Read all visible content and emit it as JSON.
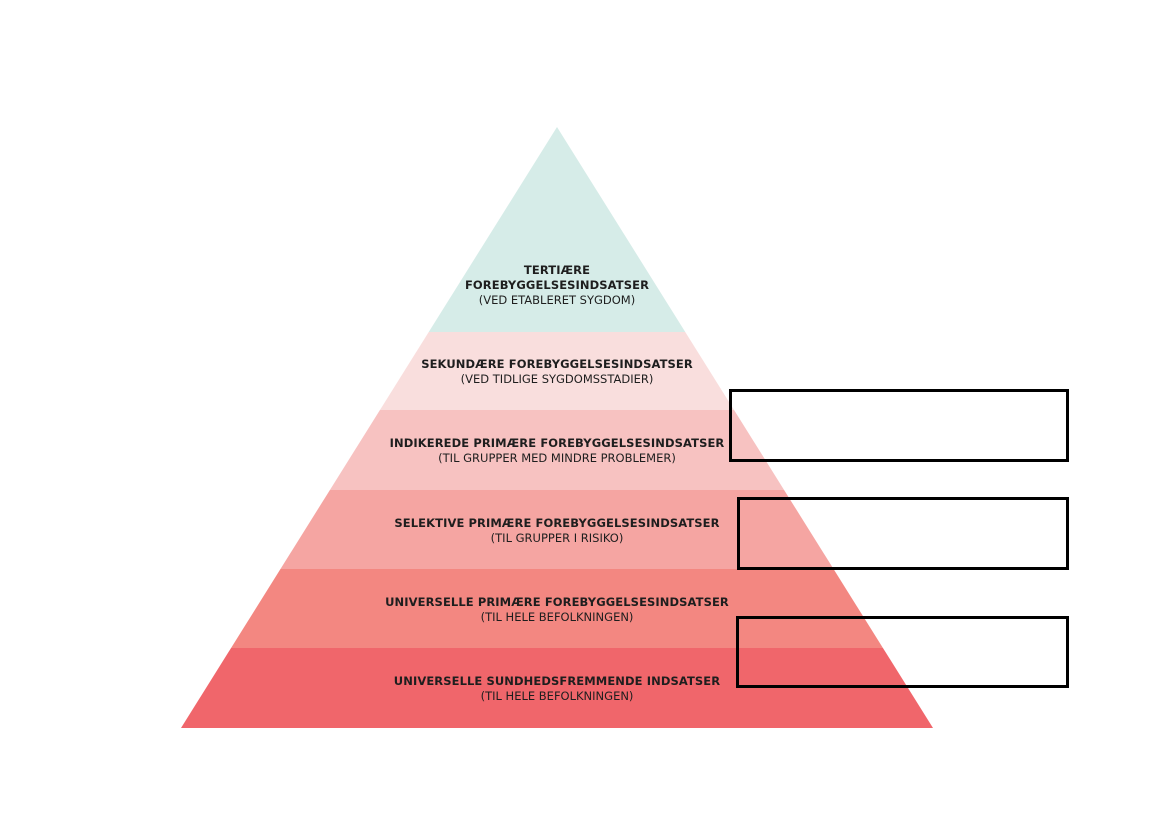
{
  "diagram": {
    "tiers": [
      {
        "id": "tertiary",
        "title_lines": [
          "TERTIÆRE",
          "FOREBYGGELSESINDSATSER"
        ],
        "subtitle": "(VED ETABLERET SYGDOM)",
        "color": "#d6ece8"
      },
      {
        "id": "secondary",
        "title_lines": [
          "SEKUNDÆRE FOREBYGGELSESINDSATSER"
        ],
        "subtitle": "(VED TIDLIGE SYGDOMSSTADIER)",
        "color": "#f9dedd"
      },
      {
        "id": "indicated-primary",
        "title_lines": [
          "INDIKEREDE PRIMÆRE FOREBYGGELSESINDSATSER"
        ],
        "subtitle": "(TIL GRUPPER MED MINDRE PROBLEMER)",
        "color": "#f7c2c1"
      },
      {
        "id": "selective-primary",
        "title_lines": [
          "SELEKTIVE PRIMÆRE FOREBYGGELSESINDSATSER"
        ],
        "subtitle": "(TIL GRUPPER I RISIKO)",
        "color": "#f5a5a2"
      },
      {
        "id": "universal-primary",
        "title_lines": [
          "UNIVERSELLE PRIMÆRE FOREBYGGELSESINDSATSER"
        ],
        "subtitle": "(TIL HELE BEFOLKNINGEN)",
        "color": "#f38781"
      },
      {
        "id": "universal-health-promotion",
        "title_lines": [
          "UNIVERSELLE SUNDHEDSFREMMENDE INDSATSER"
        ],
        "subtitle": "(TIL HELE BEFOLKNINGEN)",
        "color": "#f0666b"
      }
    ],
    "box_count": 3,
    "box_border_color": "#000000"
  }
}
